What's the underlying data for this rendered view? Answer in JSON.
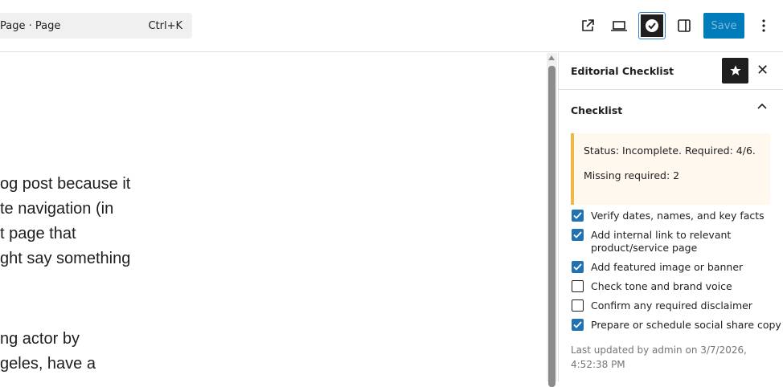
{
  "topbar": {
    "command": "Page · Page",
    "shortcut": "Ctrl+K",
    "save_label": "Save"
  },
  "canvas": {
    "lines": [
      "og post because it",
      "te navigation (in",
      "t page that",
      "ght say something",
      "ng actor by",
      "geles, have a"
    ]
  },
  "panel": {
    "title": "Editorial Checklist",
    "section": "Checklist",
    "status": "Status: Incomplete. Required: 4/6.",
    "missing": "Missing required: 2",
    "items": [
      {
        "label": "Verify dates, names, and key facts",
        "checked": true
      },
      {
        "label": "Add internal link to relevant product/service page",
        "checked": true
      },
      {
        "label": "Add featured image or banner",
        "checked": true
      },
      {
        "label": "Check tone and brand voice",
        "checked": false
      },
      {
        "label": "Confirm any required disclaimer",
        "checked": false
      },
      {
        "label": "Prepare or schedule social share copy",
        "checked": true
      }
    ],
    "updated": "Last updated by admin on 3/7/2026, 4:52:38 PM"
  },
  "colors": {
    "accent": "#007cba",
    "notice": "#f0b849"
  }
}
